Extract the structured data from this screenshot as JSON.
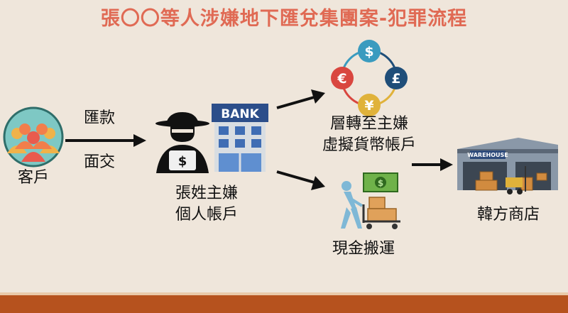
{
  "title": "張〇〇等人涉嫌地下匯兌集團案-犯罪流程",
  "nodes": {
    "client": {
      "label": "客戶"
    },
    "remit": {
      "label": "匯款"
    },
    "face": {
      "label": "面交"
    },
    "suspect": {
      "line1": "張姓主嫌",
      "line2": "個人帳戶"
    },
    "bank": {
      "sign": "BANK"
    },
    "crypto": {
      "line1": "層轉至主嫌",
      "line2": "虛擬貨幣帳戶"
    },
    "cash": {
      "label": "現金搬運"
    },
    "shop": {
      "label": "韓方商店",
      "sign": "WAREHOUSE"
    }
  },
  "currency": {
    "dollar": "$",
    "euro": "€",
    "pound": "£",
    "yen": "¥"
  },
  "colors": {
    "title": "#e06a54",
    "background": "#efe6db",
    "bottom_bar": "#b6521e"
  }
}
